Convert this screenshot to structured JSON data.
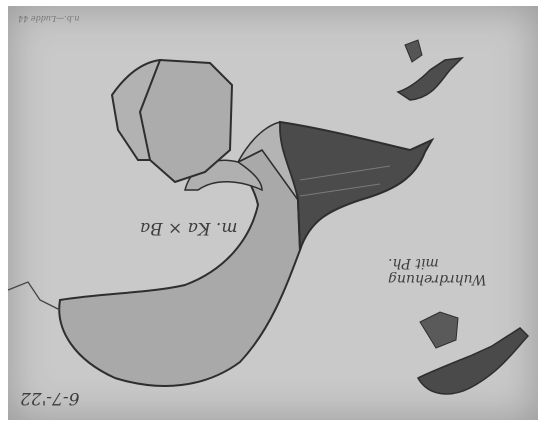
{
  "photo": {
    "subject": "Cut paper specimen shapes photographed upside down",
    "corner_note": "n.b.—Ludde 44",
    "main_label": "m. Ka × Ba",
    "side_label_line1": "Wuhrdrehung",
    "side_label_line2": "mit Ph.",
    "date_label": "6-7-'22",
    "colors": {
      "paper": "#c9c9c9",
      "light_shape": "#a8a8a8",
      "dark_shape": "#4a4a4a",
      "outline": "#2e2e2e"
    }
  }
}
